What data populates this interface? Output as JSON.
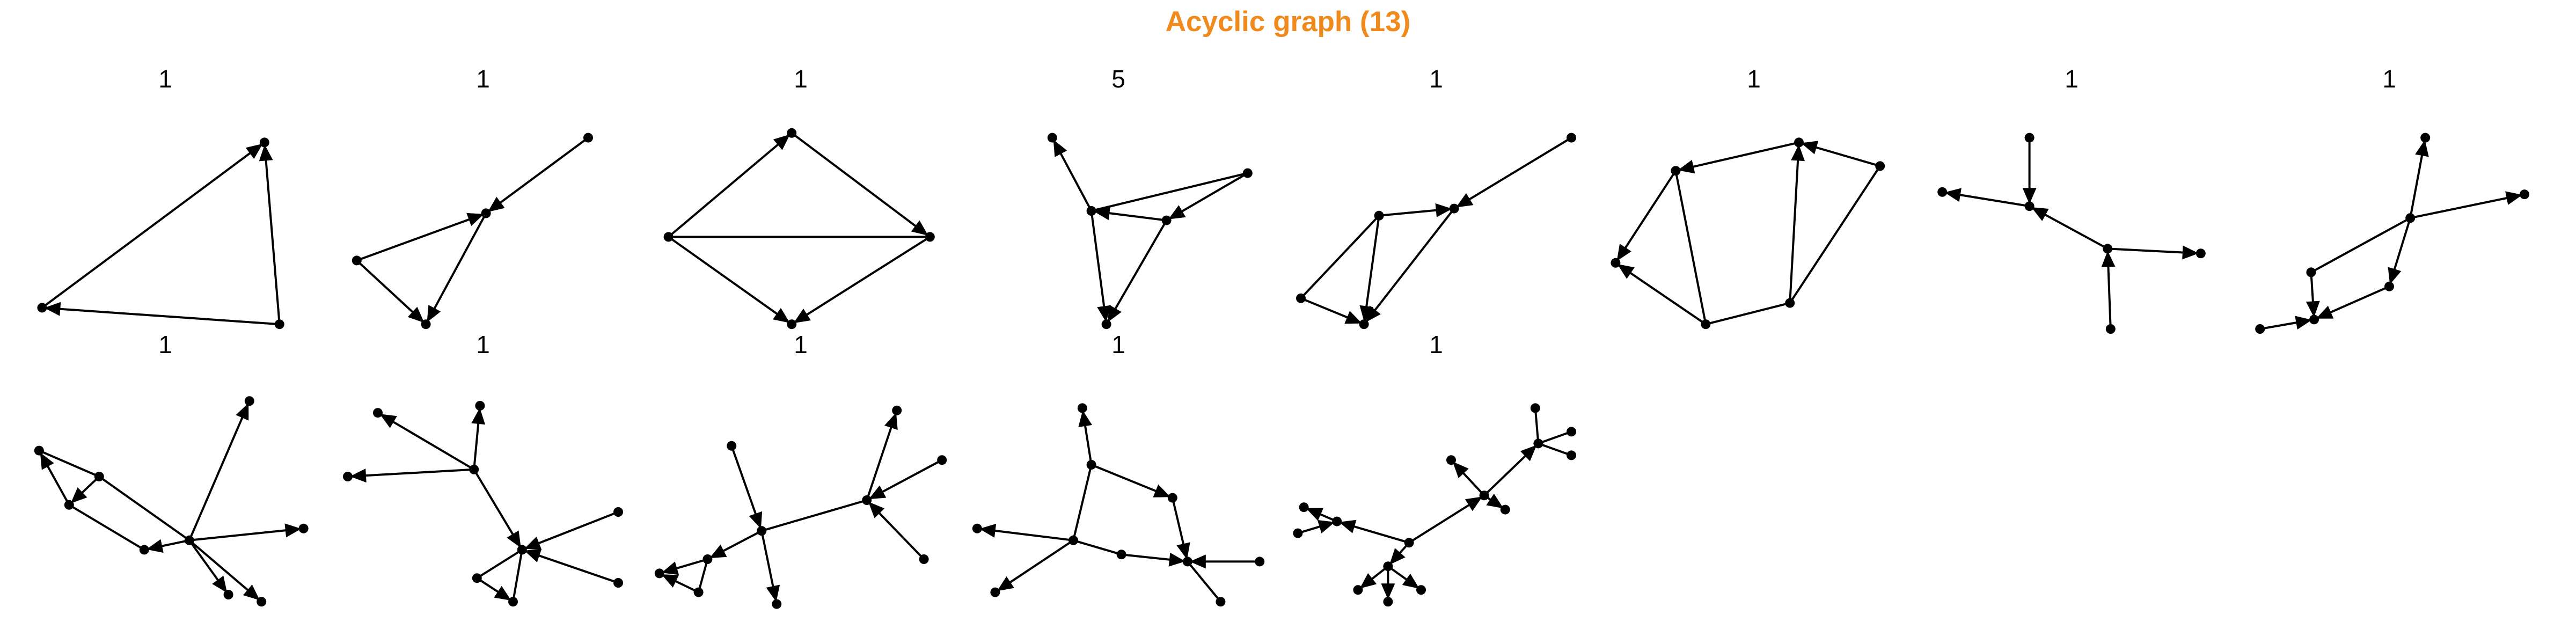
{
  "title": "Acyclic graph (13)",
  "colors": {
    "title": "#f08a1c",
    "edge": "#000000",
    "node": "#000000",
    "label": "#000000"
  },
  "panels": [
    {
      "label": "1",
      "nodes": [
        [
          0.83,
          0.16
        ],
        [
          0.09,
          0.86
        ],
        [
          0.88,
          0.93
        ]
      ],
      "edges": [
        [
          1,
          0,
          1
        ],
        [
          2,
          0,
          1
        ],
        [
          2,
          1,
          1
        ]
      ]
    },
    {
      "label": "1",
      "nodes": [
        [
          0.51,
          0.46
        ],
        [
          0.85,
          0.14
        ],
        [
          0.08,
          0.66
        ],
        [
          0.31,
          0.93
        ]
      ],
      "edges": [
        [
          1,
          0,
          1
        ],
        [
          2,
          0,
          1
        ],
        [
          2,
          3,
          1
        ],
        [
          0,
          3,
          1
        ]
      ]
    },
    {
      "label": "1",
      "nodes": [
        [
          0.47,
          0.12
        ],
        [
          0.06,
          0.56
        ],
        [
          0.93,
          0.56
        ],
        [
          0.47,
          0.93
        ]
      ],
      "edges": [
        [
          1,
          0,
          1
        ],
        [
          1,
          2,
          0
        ],
        [
          0,
          2,
          1
        ],
        [
          1,
          3,
          1
        ],
        [
          2,
          3,
          1
        ]
      ]
    },
    {
      "label": "5",
      "nodes": [
        [
          0.28,
          0.14
        ],
        [
          0.41,
          0.45
        ],
        [
          0.66,
          0.49
        ],
        [
          0.93,
          0.29
        ],
        [
          0.46,
          0.93
        ]
      ],
      "edges": [
        [
          1,
          0,
          1
        ],
        [
          2,
          1,
          1
        ],
        [
          3,
          2,
          1
        ],
        [
          1,
          3,
          0
        ],
        [
          2,
          4,
          1
        ],
        [
          1,
          4,
          1
        ]
      ]
    },
    {
      "label": "1",
      "nodes": [
        [
          0.95,
          0.14
        ],
        [
          0.56,
          0.44
        ],
        [
          0.31,
          0.47
        ],
        [
          0.05,
          0.82
        ],
        [
          0.26,
          0.93
        ]
      ],
      "edges": [
        [
          0,
          1,
          1
        ],
        [
          2,
          1,
          1
        ],
        [
          3,
          2,
          0
        ],
        [
          3,
          4,
          1
        ],
        [
          2,
          4,
          1
        ],
        [
          1,
          4,
          1
        ]
      ]
    },
    {
      "label": "1",
      "nodes": [
        [
          0.65,
          0.16
        ],
        [
          0.24,
          0.28
        ],
        [
          0.92,
          0.26
        ],
        [
          0.04,
          0.67
        ],
        [
          0.34,
          0.93
        ],
        [
          0.62,
          0.84
        ]
      ],
      "edges": [
        [
          0,
          1,
          1
        ],
        [
          2,
          0,
          1
        ],
        [
          1,
          3,
          1
        ],
        [
          1,
          4,
          0
        ],
        [
          4,
          3,
          1
        ],
        [
          5,
          0,
          1
        ],
        [
          5,
          2,
          0
        ],
        [
          4,
          5,
          0
        ]
      ]
    },
    {
      "label": "1",
      "nodes": [
        [
          0.36,
          0.14
        ],
        [
          0.07,
          0.37
        ],
        [
          0.36,
          0.43
        ],
        [
          0.62,
          0.61
        ],
        [
          0.93,
          0.63
        ],
        [
          0.63,
          0.95
        ]
      ],
      "edges": [
        [
          0,
          2,
          1
        ],
        [
          2,
          1,
          1
        ],
        [
          3,
          2,
          1
        ],
        [
          3,
          4,
          1
        ],
        [
          5,
          3,
          1
        ]
      ]
    },
    {
      "label": "1",
      "nodes": [
        [
          0.62,
          0.14
        ],
        [
          0.57,
          0.48
        ],
        [
          0.95,
          0.38
        ],
        [
          0.24,
          0.71
        ],
        [
          0.5,
          0.77
        ],
        [
          0.25,
          0.91
        ],
        [
          0.07,
          0.95
        ]
      ],
      "edges": [
        [
          1,
          0,
          1
        ],
        [
          1,
          2,
          1
        ],
        [
          3,
          1,
          0
        ],
        [
          3,
          5,
          1
        ],
        [
          1,
          4,
          1
        ],
        [
          4,
          5,
          1
        ],
        [
          6,
          5,
          1
        ]
      ]
    },
    {
      "label": "1",
      "nodes": [
        [
          0.08,
          0.34
        ],
        [
          0.28,
          0.45
        ],
        [
          0.18,
          0.57
        ],
        [
          0.78,
          0.13
        ],
        [
          0.43,
          0.76
        ],
        [
          0.58,
          0.72
        ],
        [
          0.96,
          0.67
        ],
        [
          0.71,
          0.95
        ],
        [
          0.82,
          0.98
        ]
      ],
      "edges": [
        [
          1,
          0,
          0
        ],
        [
          2,
          0,
          1
        ],
        [
          1,
          2,
          1
        ],
        [
          1,
          5,
          0
        ],
        [
          5,
          4,
          1
        ],
        [
          2,
          4,
          0
        ],
        [
          5,
          3,
          1
        ],
        [
          5,
          6,
          1
        ],
        [
          5,
          7,
          1
        ],
        [
          5,
          8,
          1
        ]
      ]
    },
    {
      "label": "1",
      "nodes": [
        [
          0.15,
          0.18
        ],
        [
          0.47,
          0.42
        ],
        [
          0.49,
          0.15
        ],
        [
          0.05,
          0.45
        ],
        [
          0.63,
          0.76
        ],
        [
          0.95,
          0.6
        ],
        [
          0.48,
          0.88
        ],
        [
          0.95,
          0.9
        ],
        [
          0.6,
          0.98
        ]
      ],
      "edges": [
        [
          1,
          0,
          1
        ],
        [
          1,
          2,
          1
        ],
        [
          1,
          3,
          1
        ],
        [
          1,
          4,
          1
        ],
        [
          5,
          4,
          1
        ],
        [
          4,
          6,
          0
        ],
        [
          7,
          4,
          1
        ],
        [
          4,
          8,
          0
        ],
        [
          6,
          8,
          1
        ]
      ]
    },
    {
      "label": "1",
      "nodes": [
        [
          0.27,
          0.32
        ],
        [
          0.37,
          0.68
        ],
        [
          0.82,
          0.17
        ],
        [
          0.97,
          0.38
        ],
        [
          0.72,
          0.55
        ],
        [
          0.91,
          0.8
        ],
        [
          0.19,
          0.8
        ],
        [
          0.16,
          0.94
        ],
        [
          0.03,
          0.86
        ],
        [
          0.42,
          0.99
        ]
      ],
      "edges": [
        [
          0,
          1,
          1
        ],
        [
          1,
          4,
          0
        ],
        [
          4,
          2,
          1
        ],
        [
          3,
          4,
          1
        ],
        [
          5,
          4,
          1
        ],
        [
          1,
          6,
          1
        ],
        [
          6,
          7,
          0
        ],
        [
          7,
          8,
          1
        ],
        [
          6,
          8,
          1
        ],
        [
          1,
          9,
          1
        ]
      ]
    },
    {
      "label": "1",
      "nodes": [
        [
          0.38,
          0.16
        ],
        [
          0.41,
          0.4
        ],
        [
          0.35,
          0.72
        ],
        [
          0.51,
          0.78
        ],
        [
          0.03,
          0.67
        ],
        [
          0.68,
          0.54
        ],
        [
          0.73,
          0.81
        ],
        [
          0.97,
          0.81
        ],
        [
          0.84,
          0.98
        ],
        [
          0.09,
          0.94
        ]
      ],
      "edges": [
        [
          1,
          0,
          1
        ],
        [
          1,
          2,
          0
        ],
        [
          2,
          4,
          1
        ],
        [
          1,
          5,
          1
        ],
        [
          5,
          6,
          1
        ],
        [
          2,
          3,
          0
        ],
        [
          3,
          6,
          1
        ],
        [
          7,
          6,
          1
        ],
        [
          6,
          8,
          0
        ],
        [
          2,
          9,
          1
        ]
      ]
    },
    {
      "label": "1",
      "nodes": [
        [
          0.83,
          0.16
        ],
        [
          0.95,
          0.26
        ],
        [
          0.95,
          0.36
        ],
        [
          0.84,
          0.31
        ],
        [
          0.55,
          0.38
        ],
        [
          0.66,
          0.53
        ],
        [
          0.73,
          0.59
        ],
        [
          0.41,
          0.73
        ],
        [
          0.06,
          0.58
        ],
        [
          0.04,
          0.69
        ],
        [
          0.17,
          0.64
        ],
        [
          0.34,
          0.83
        ],
        [
          0.24,
          0.93
        ],
        [
          0.34,
          0.98
        ],
        [
          0.45,
          0.93
        ]
      ],
      "edges": [
        [
          0,
          3,
          0
        ],
        [
          1,
          3,
          0
        ],
        [
          2,
          3,
          0
        ],
        [
          5,
          3,
          1
        ],
        [
          5,
          4,
          1
        ],
        [
          5,
          6,
          1
        ],
        [
          7,
          5,
          1
        ],
        [
          10,
          8,
          1
        ],
        [
          9,
          10,
          1
        ],
        [
          7,
          10,
          1
        ],
        [
          7,
          11,
          1
        ],
        [
          11,
          12,
          1
        ],
        [
          11,
          13,
          1
        ],
        [
          11,
          14,
          1
        ]
      ]
    }
  ]
}
